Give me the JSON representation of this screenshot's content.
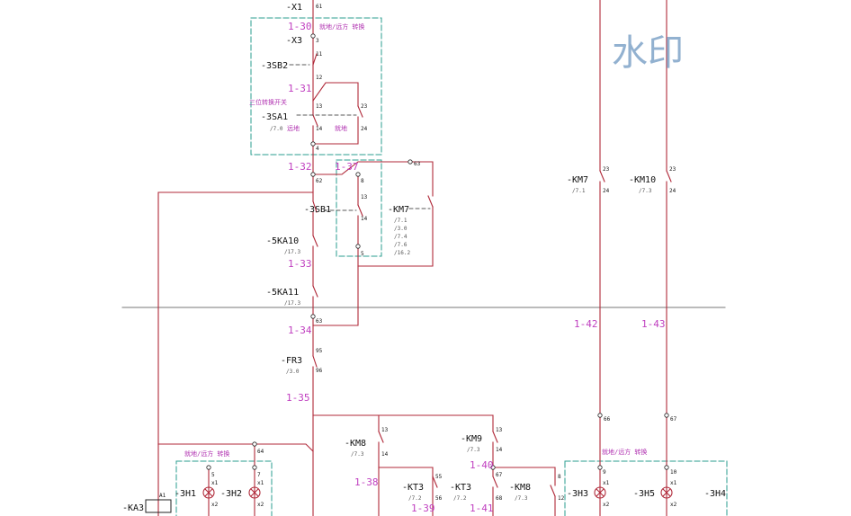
{
  "watermark": "水印",
  "colors": {
    "wire": "#b02a3a",
    "label": "#c040c0",
    "dash": "#2a9d8f",
    "text": "#111111"
  },
  "wires": {
    "l1_30": "1-30",
    "l1_31": "1-31",
    "l1_32": "1-32",
    "l1_33": "1-33",
    "l1_34": "1-34",
    "l1_35": "1-35",
    "l1_37": "1-37",
    "l1_38": "1-38",
    "l1_39": "1-39",
    "l1_40": "1-40",
    "l1_41": "1-41",
    "l1_42": "1-42",
    "l1_43": "1-43"
  },
  "devices": {
    "x1": "-X1",
    "x3": "-X3",
    "sb2": "-3SB2",
    "sa1": "-3SA1",
    "sb1": "-3SB1",
    "ka10": "-5KA10",
    "ka11": "-5KA11",
    "fr3": "-FR3",
    "km7_a": "-KM7",
    "km7_b": "-KM7",
    "km10": "-KM10",
    "km8_a": "-KM8",
    "km8_b": "-KM8",
    "km9": "-KM9",
    "kt3_a": "-KT3",
    "kt3_b": "-KT3",
    "h1": "-3H1",
    "h2": "-3H2",
    "h3": "-3H3",
    "h4": "-3H4",
    "h5": "-3H5",
    "ka3": "-KA3"
  },
  "notes": {
    "box_top": "就地/远方 转换",
    "sa_desc": "三位转换开关",
    "local": "远地",
    "remote": "就地",
    "box_bottom_left": "就地/远方 转换",
    "box_bottom_right": "就地/远方 转换"
  },
  "refs": {
    "sa1": "/7.0",
    "ka10": "/17.3",
    "ka11": "/17.3",
    "fr3": "/3.0",
    "km7_list": [
      "/7.1",
      "/3.0",
      "/7.4",
      "/7.6",
      "/16.2"
    ],
    "km7_r1": "/7.1",
    "km10": "/7.3",
    "km8": "/7.3",
    "km9": "/7.3",
    "kt3_a": "/7.2",
    "kt3_b": "/7.2",
    "km8_b": "/7.3"
  },
  "terminals": {
    "t61": "61",
    "t3": "3",
    "t11": "11",
    "t12": "12",
    "t13": "13",
    "t14": "14",
    "t4": "4",
    "t23": "23",
    "t24": "24",
    "t62": "62",
    "t63": "63",
    "t8": "8",
    "t5": "5",
    "t9": "9",
    "t95": "95",
    "t96": "96",
    "t64": "64",
    "t66": "66",
    "t67": "67",
    "t10": "10",
    "t55": "55",
    "t56": "56",
    "t68": "68",
    "t7": "7",
    "tA1": "A1",
    "tx1": "x1",
    "tx2": "x2"
  }
}
